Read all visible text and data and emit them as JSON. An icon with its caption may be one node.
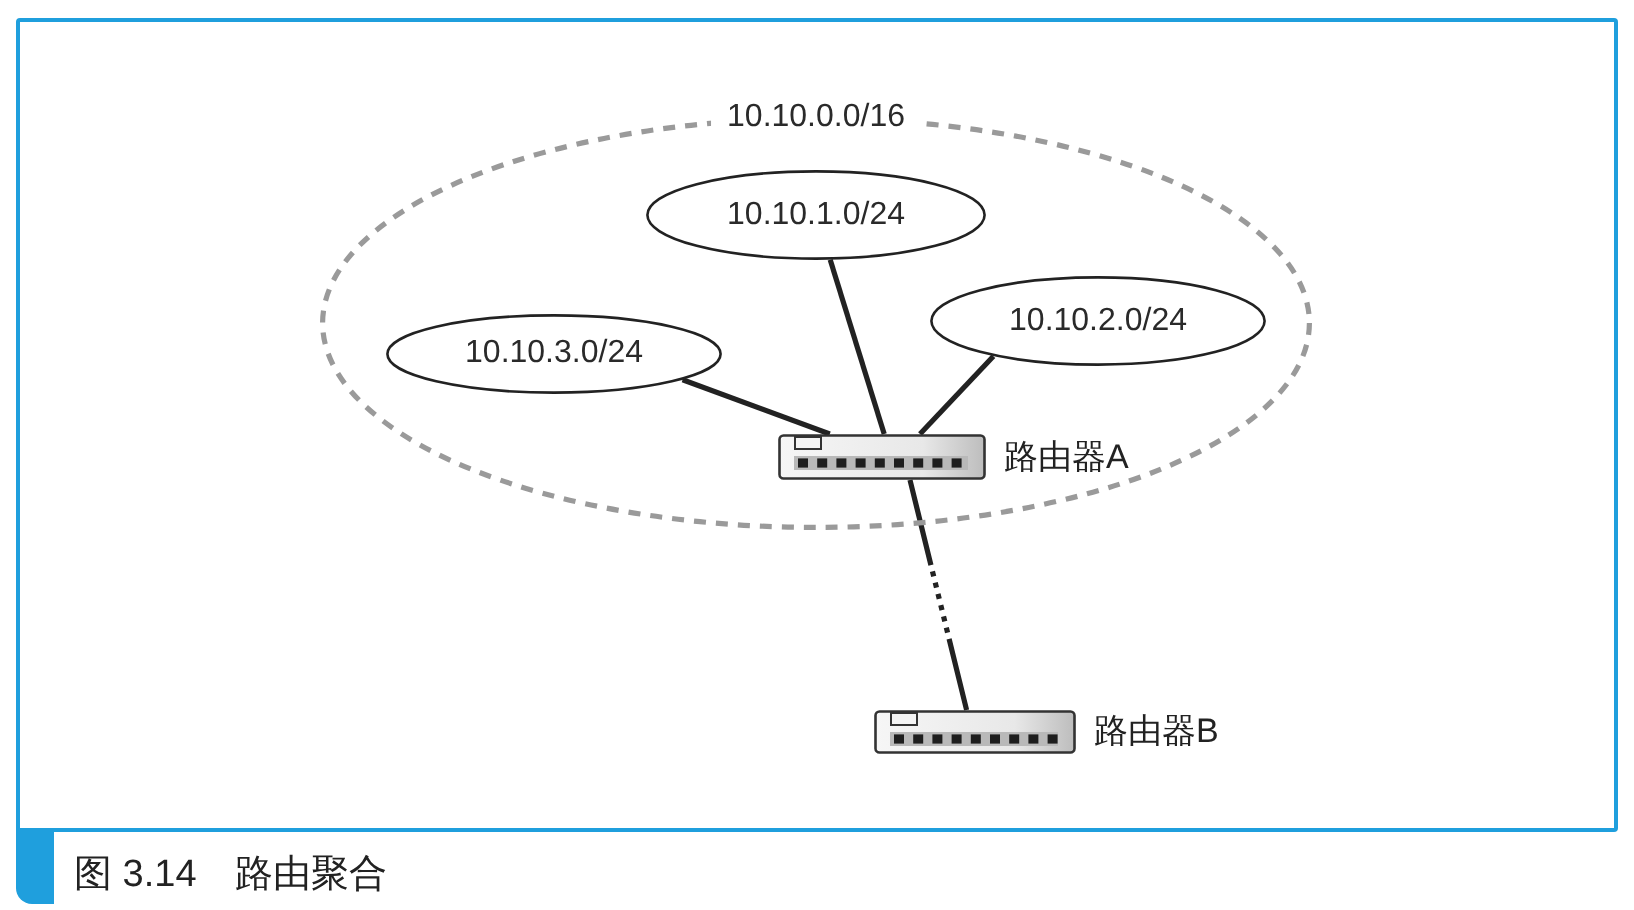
{
  "diagram": {
    "caption": "图 3.14　路由聚合",
    "nodes": [
      {
        "text": [
          "10.10.0.0/16"
        ]
      },
      {
        "text": [
          "10.10.1.0/24"
        ],
        "in": 0
      },
      {
        "text": [
          "10.10.2.0/24"
        ],
        "in": 0
      },
      {
        "text": [
          "10.10.3.0/24"
        ],
        "in": 0
      },
      {
        "text": [
          "路由器A"
        ],
        "in": 0
      },
      {
        "text": [
          "路由器B"
        ]
      }
    ],
    "edges": [
      {
        "from": 1,
        "to": 4,
        "arrow": "none"
      },
      {
        "from": 2,
        "to": 4,
        "arrow": "none"
      },
      {
        "from": 3,
        "to": 4,
        "arrow": "none"
      },
      {
        "from": 4,
        "to": 5,
        "arrow": "none",
        "style": "dashed"
      }
    ]
  }
}
